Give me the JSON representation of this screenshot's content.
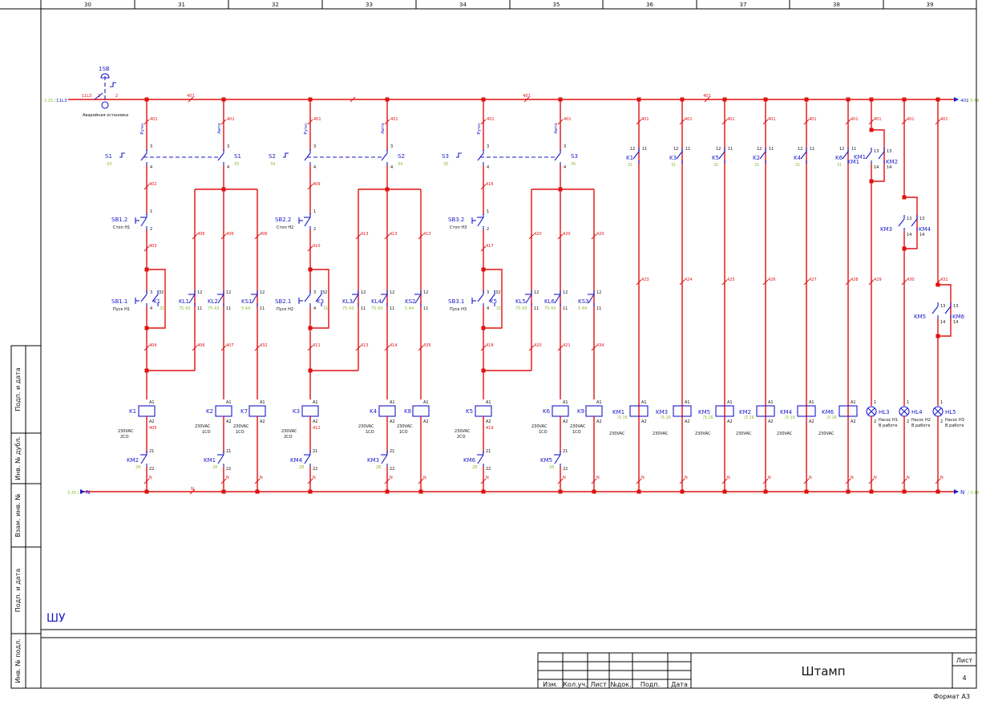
{
  "columns": [
    "30",
    "31",
    "32",
    "33",
    "34",
    "35",
    "36",
    "37",
    "38",
    "39"
  ],
  "side_labels": [
    "Подп. и дата",
    "Инв. № дубл.",
    "Взам. инв. №",
    "Подп. и дата",
    "Инв. № подл."
  ],
  "title_block": {
    "headers": [
      "Изм.",
      "Кол.уч.",
      "Лист",
      "№док.",
      "Подп.",
      "Дата"
    ],
    "stamp": "Штамп",
    "sheet_label": "Лист",
    "sheet_number": "4",
    "format": "Формат А3"
  },
  "cabinet": "ШУ",
  "emergency": {
    "name": "1SB",
    "caption": "Аварийная остановка",
    "wire_in": "11L3",
    "wire": "11L3",
    "pin1": "2",
    "pin2": "1"
  },
  "bus_top": {
    "left_ref": "2.25 /",
    "left": "11L3",
    "wire": "401",
    "right": "401",
    "right_ref": "/ 5.44"
  },
  "bus_bottom": {
    "left_ref": "3.35 /",
    "left": "N",
    "wire": "N",
    "right": "N",
    "right_ref": "/ 3.40"
  },
  "selectors": [
    {
      "name": "S1",
      "ref": "33",
      "manual": "Ручн.",
      "auto": "Авто"
    },
    {
      "name": "S2",
      "ref": "34",
      "manual": "Ручн.",
      "auto": "Авто"
    },
    {
      "name": "S3",
      "ref": "35",
      "manual": "Ручн.",
      "auto": "Авто"
    }
  ],
  "pump_groups": [
    {
      "stop": "SB1.2",
      "stop_caption": "Стоп Н1",
      "start": "SB1.1",
      "start_caption": "Пуск Н1",
      "w": [
        "402",
        "403",
        "404",
        "405",
        "406",
        "407",
        "432"
      ],
      "relays": [
        "K1",
        "KL1",
        "KL2",
        "KS1"
      ],
      "coils": [
        "K1",
        "K2",
        "K7"
      ],
      "coil_caption": [
        "230VAC",
        "2CO",
        "230VAC",
        "1CO",
        "230VAC",
        "1CO"
      ],
      "interlocks": [
        "KM2",
        "KM1"
      ]
    },
    {
      "stop": "SB2.2",
      "stop_caption": "Стоп Н2",
      "start": "SB2.1",
      "start_caption": "Пуск Н2",
      "w": [
        "409",
        "410",
        "411",
        "412",
        "413",
        "414",
        "435"
      ],
      "relays": [
        "K3",
        "KL3",
        "KL4",
        "KS2"
      ],
      "coils": [
        "K3",
        "K4",
        "K8"
      ],
      "coil_caption": [
        "230VAC",
        "2CO",
        "230VAC",
        "1CO",
        "230VAC",
        "1CO"
      ],
      "interlocks": [
        "KM4",
        "KM3"
      ]
    },
    {
      "stop": "SB3.2",
      "stop_caption": "Стоп Н3",
      "start": "SB3.1",
      "start_caption": "Пуск Н3",
      "w": [
        "416",
        "417",
        "418",
        "419",
        "420",
        "421",
        "434"
      ],
      "relays": [
        "K5",
        "KL5",
        "KL6",
        "KS3"
      ],
      "coils": [
        "K5",
        "K6",
        "K9"
      ],
      "coil_caption": [
        "230VAC",
        "2CO",
        "230VAC",
        "1CO",
        "230VAC",
        "1CO"
      ],
      "interlocks": [
        "KM6",
        "KM5"
      ]
    }
  ],
  "outputs": [
    {
      "contact": "K1",
      "coil": "KM1",
      "wire": "423",
      "volt": "230VAC"
    },
    {
      "contact": "K3",
      "coil": "KM3",
      "wire": "424",
      "volt": "230VAC"
    },
    {
      "contact": "K5",
      "coil": "KM5",
      "wire": "425",
      "volt": "230VAC"
    },
    {
      "contact": "K2",
      "coil": "KM2",
      "wire": "426",
      "volt": "230VAC"
    },
    {
      "contact": "K4",
      "coil": "KM4",
      "wire": "427",
      "volt": "230VAC"
    },
    {
      "contact": "K6",
      "coil": "KM6",
      "wire": "428",
      "volt": "230VAC"
    }
  ],
  "lamps": [
    {
      "name": "HL3",
      "caption1": "Насос Н1",
      "caption2": "В работе",
      "wire": "429",
      "c1": "KM1",
      "c2": "KM2"
    },
    {
      "name": "HL4",
      "caption1": "Насос Н2",
      "caption2": "В работе",
      "wire": "430",
      "c1": "KM3",
      "c2": "KM4"
    },
    {
      "name": "HL5",
      "caption1": "Насос Н3",
      "caption2": "В работе",
      "wire": "431",
      "c1": "KM5",
      "c2": "KM6"
    }
  ],
  "colors": {
    "wire": "#e01010",
    "device": "#1a1ac8",
    "ref": "#8ab830",
    "frame": "#000000"
  }
}
